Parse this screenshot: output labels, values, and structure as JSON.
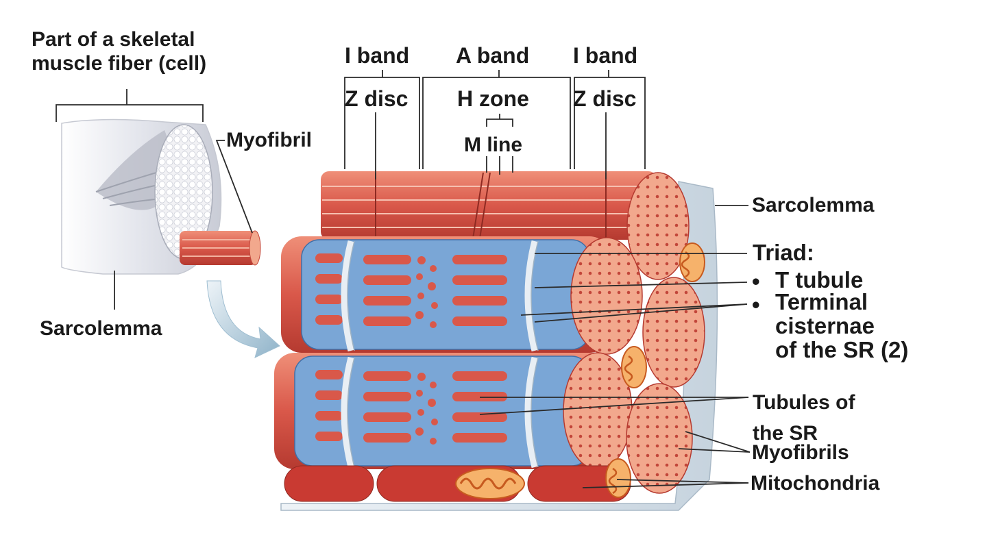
{
  "labels": {
    "fiber_title": "Part of a skeletal\nmuscle fiber (cell)",
    "myofibril": "Myofibril",
    "sarcolemma_left": "Sarcolemma",
    "i_band_left": "I band",
    "a_band": "A band",
    "i_band_right": "I band",
    "z_disc_left": "Z disc",
    "h_zone": "H zone",
    "z_disc_right": "Z disc",
    "m_line": "M line",
    "sarcolemma_right": "Sarcolemma",
    "triad": "Triad:",
    "t_tubule": "T tubule",
    "terminal_cisternae": "Terminal\ncisternae\nof the SR (2)",
    "tubules_sr": "Tubules of\nthe SR",
    "myofibrils": "Myofibrils",
    "mitochondria": "Mitochondria"
  },
  "bullet": "•",
  "colors": {
    "muscle": "#d9584a",
    "muscle_light": "#f0a08a",
    "muscle_dark": "#b53a30",
    "sr_blue": "#6f9fd3",
    "sr_blue_dark": "#3f6fa8",
    "tubule_white": "#e8eef4",
    "mito": "#e3662f",
    "fiber_gray": "#dcdfe6",
    "arrow": "#a9c4d6",
    "line": "#2a2a2a"
  }
}
